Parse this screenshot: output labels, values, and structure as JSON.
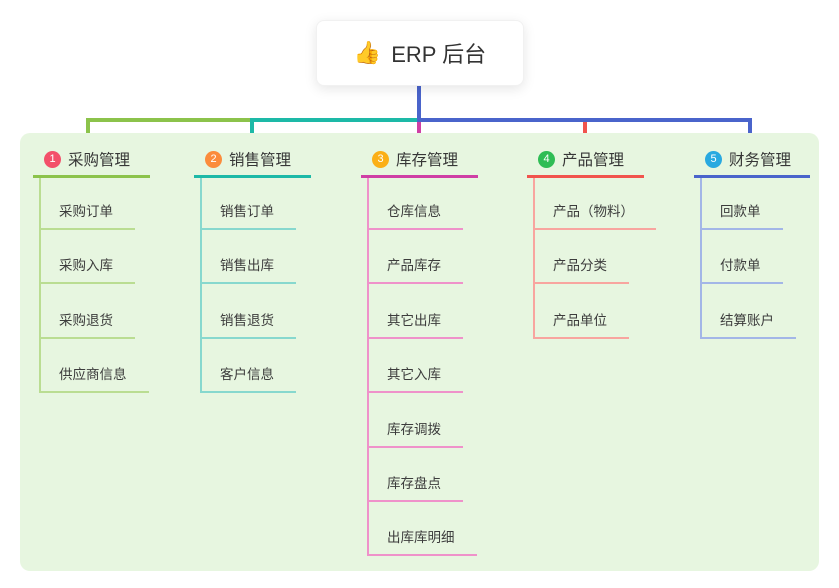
{
  "root": {
    "emoji": "👍",
    "label": "ERP 后台"
  },
  "branches": [
    {
      "index": "1",
      "label": "采购管理",
      "badge_color": "#f3506a",
      "line_color": "#8cc34b",
      "child_line_color": "#badd92",
      "children": [
        "采购订单",
        "采购入库",
        "采购退货",
        "供应商信息"
      ]
    },
    {
      "index": "2",
      "label": "销售管理",
      "badge_color": "#fb8c3c",
      "line_color": "#1db9a7",
      "child_line_color": "#87d8ce",
      "children": [
        "销售订单",
        "销售出库",
        "销售退货",
        "客户信息"
      ]
    },
    {
      "index": "3",
      "label": "库存管理",
      "badge_color": "#fbaf17",
      "line_color": "#cf3fa5",
      "child_line_color": "#ef92ca",
      "children": [
        "仓库信息",
        "产品库存",
        "其它出库",
        "其它入库",
        "库存调拨",
        "库存盘点",
        "出库库明细"
      ]
    },
    {
      "index": "4",
      "label": "产品管理",
      "badge_color": "#2fbd55",
      "line_color": "#f1544d",
      "child_line_color": "#f8a59f",
      "children": [
        "产品（物料）",
        "产品分类",
        "产品单位"
      ]
    },
    {
      "index": "5",
      "label": "财务管理",
      "badge_color": "#29a9e0",
      "line_color": "#4a64cb",
      "child_line_color": "#a3b6e7",
      "children": [
        "回款单",
        "付款单",
        "结算账户"
      ]
    }
  ],
  "colors": {
    "panel_bg": "#e7f6e0",
    "stem": "#4a64cb",
    "text": "#363636"
  }
}
